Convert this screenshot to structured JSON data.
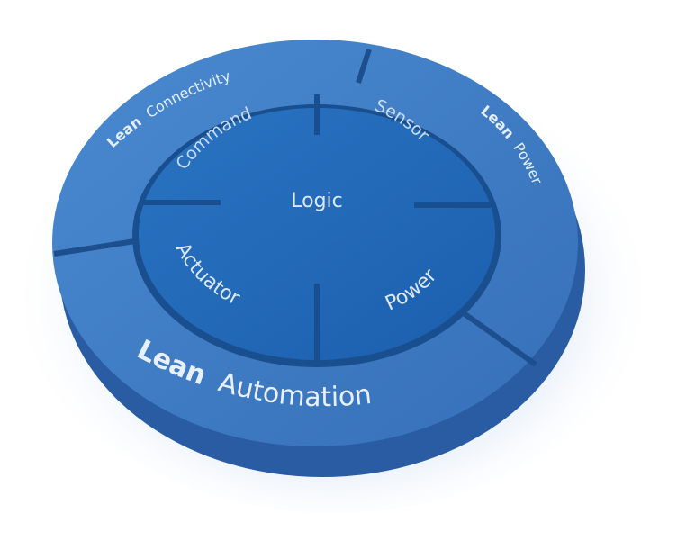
{
  "diagram": {
    "center_label": "Logic",
    "inner_segments": [
      {
        "label": "Command"
      },
      {
        "label": "Sensor"
      },
      {
        "label": "Actuator"
      },
      {
        "label": "Power"
      }
    ],
    "outer_segments": [
      {
        "bold": "Lean",
        "rest": "Connectivity"
      },
      {
        "bold": "Lean",
        "rest": "Power"
      },
      {
        "bold": "Lean",
        "rest": "Automation"
      }
    ]
  },
  "colors": {
    "top_face": "#3f7fc7",
    "inner_disc": "#1f68b8",
    "side_wall": "#2c5fa6",
    "divider": "#1a4f8f",
    "text": "#dce8f7",
    "glow": "#9fc3ec"
  }
}
